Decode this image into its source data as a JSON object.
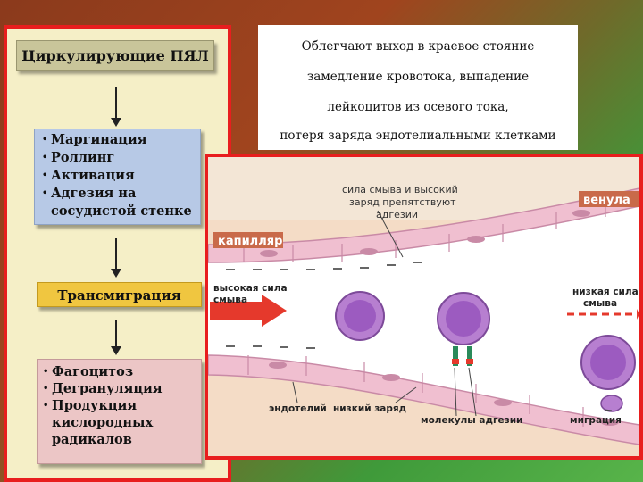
{
  "left": {
    "title": "Циркулирующие ПЯЛ",
    "stages": [
      "Маргинация",
      "Роллинг",
      "Активация",
      "Адгезия на сосудистой стенке"
    ],
    "transmigration": "Трансмиграция",
    "outcomes": [
      "Фагоцитоз",
      "Дегрануляция",
      "Продукция кислородных радикалов"
    ]
  },
  "text_box": {
    "lines": [
      "Облегчают выход в краевое стояние",
      "замедление кровотока, выпадение",
      "лейкоцитов из осевого тока,",
      "потеря заряда эндотелиальными клетками"
    ]
  },
  "diagram": {
    "top_annotation": [
      "сила смыва и высокий",
      "заряд препятствуют",
      "адгезии"
    ],
    "capillary": "капилляр",
    "venule": "венула",
    "high_flow": [
      "высокая сила",
      "смыва"
    ],
    "low_flow": [
      "низкая сила",
      "смыва"
    ],
    "endothelium": "эндотелий",
    "low_charge": "низкий заряд",
    "adhesion_molecules": "молекулы адгезии",
    "migration": "миграция",
    "colors": {
      "vessel_wall": "#f0bfd0",
      "wall_outline": "#c98aa6",
      "tissue": "#f4dcc6",
      "cell": "#b77fd0",
      "nucleus": "#9c5bc0",
      "flow_arrow": "#e5392c",
      "adhesion": "#2a8a5a",
      "label_bg": "#c96a4a"
    }
  }
}
